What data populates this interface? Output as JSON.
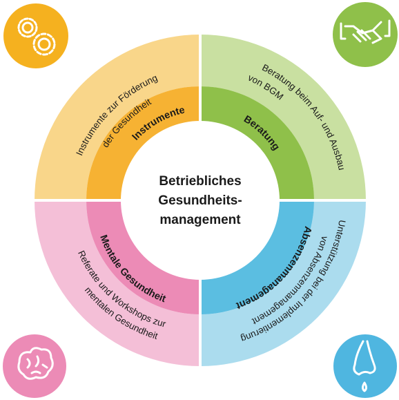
{
  "center": {
    "lines": [
      "Betriebliches",
      "Gesundheits-",
      "management"
    ]
  },
  "segments": [
    {
      "id": "instrumente",
      "title": "Instrumente",
      "description": [
        "Instrumente zur Förderung",
        "der Gesundheit"
      ],
      "outer_color": "#f9d68a",
      "inner_color": "#f6b233",
      "icon": "gears-icon",
      "icon_color": "#f5b11f"
    },
    {
      "id": "beratung",
      "title": "Beratung",
      "description": [
        "Beratung beim Auf- und Ausbau",
        "von BGM"
      ],
      "outer_color": "#c9e0a1",
      "inner_color": "#8fc04a",
      "icon": "handshake-icon",
      "icon_color": "#8fc04a"
    },
    {
      "id": "absenzenmanagement",
      "title": "Absenzenmanagement",
      "description": [
        "Unterstützung bei der Implementierung",
        "von Absenzenmanagement"
      ],
      "outer_color": "#abdcee",
      "inner_color": "#5bbee1",
      "icon": "nose-icon",
      "icon_color": "#4fb6e0"
    },
    {
      "id": "mentale-gesundheit",
      "title": "Mentale Gesundheit",
      "description": [
        "Referate und Workshops zur",
        "mentalen Gesundheit"
      ],
      "outer_color": "#f4bfd7",
      "inner_color": "#ec8bb6",
      "icon": "brain-icon",
      "icon_color": "#ec8bb6"
    }
  ]
}
